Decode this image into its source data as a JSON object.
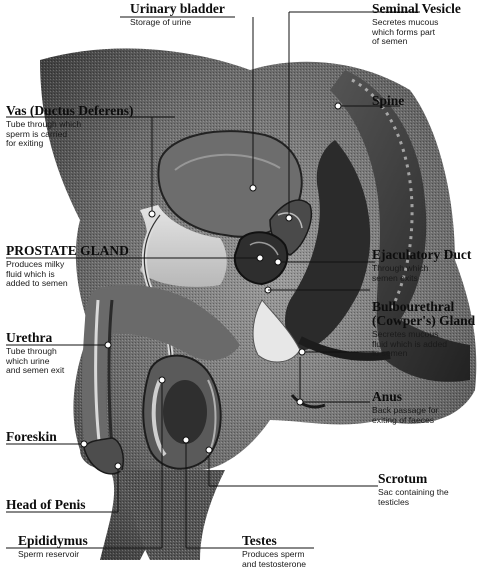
{
  "labels": {
    "urinary_bladder": {
      "title": "Urinary bladder",
      "desc": [
        "Storage of urine"
      ]
    },
    "seminal_vesicle": {
      "title": "Seminal Vesicle",
      "desc": [
        "Secretes mucous",
        "which forms part",
        "of semen"
      ]
    },
    "vas_deferens": {
      "title": "Vas (Ductus Deferens)",
      "desc": [
        "Tube through which",
        "sperm is carried",
        "for exiting"
      ]
    },
    "spine": {
      "title": "Spine",
      "desc": []
    },
    "prostate_gland": {
      "title": "PROSTATE GLAND",
      "desc": [
        "Produces milky",
        "fluid which is",
        "added to semen"
      ]
    },
    "ejaculatory_duct": {
      "title": "Ejaculatory Duct",
      "desc": [
        "Through which",
        "semen exits"
      ]
    },
    "bulbourethral": {
      "title": "Bulbourethral",
      "title2": "(Cowper's) Gland",
      "desc": [
        "Secretes mucous",
        "fluid which is added",
        "to semen"
      ]
    },
    "urethra": {
      "title": "Urethra",
      "desc": [
        "Tube through",
        "which urine",
        "and semen exit"
      ]
    },
    "anus": {
      "title": "Anus",
      "desc": [
        "Back passage for",
        "exiting of faeces"
      ]
    },
    "foreskin": {
      "title": "Foreskin",
      "desc": []
    },
    "scrotum": {
      "title": "Scrotum",
      "desc": [
        "Sac containing the",
        "testicles"
      ]
    },
    "head_of_penis": {
      "title": "Head of Penis",
      "desc": []
    },
    "epididymus": {
      "title": "Epididymus",
      "desc": [
        "Sperm reservoir"
      ]
    },
    "testes": {
      "title": "Testes",
      "desc": [
        "Produces sperm",
        "and testosterone"
      ]
    }
  },
  "colors": {
    "tissue_dark": "#3a3a3a",
    "tissue_mid": "#7a7a7a",
    "tissue_light": "#b5b5b5",
    "organ_pale": "#d6d6d6",
    "line": "#111111"
  }
}
